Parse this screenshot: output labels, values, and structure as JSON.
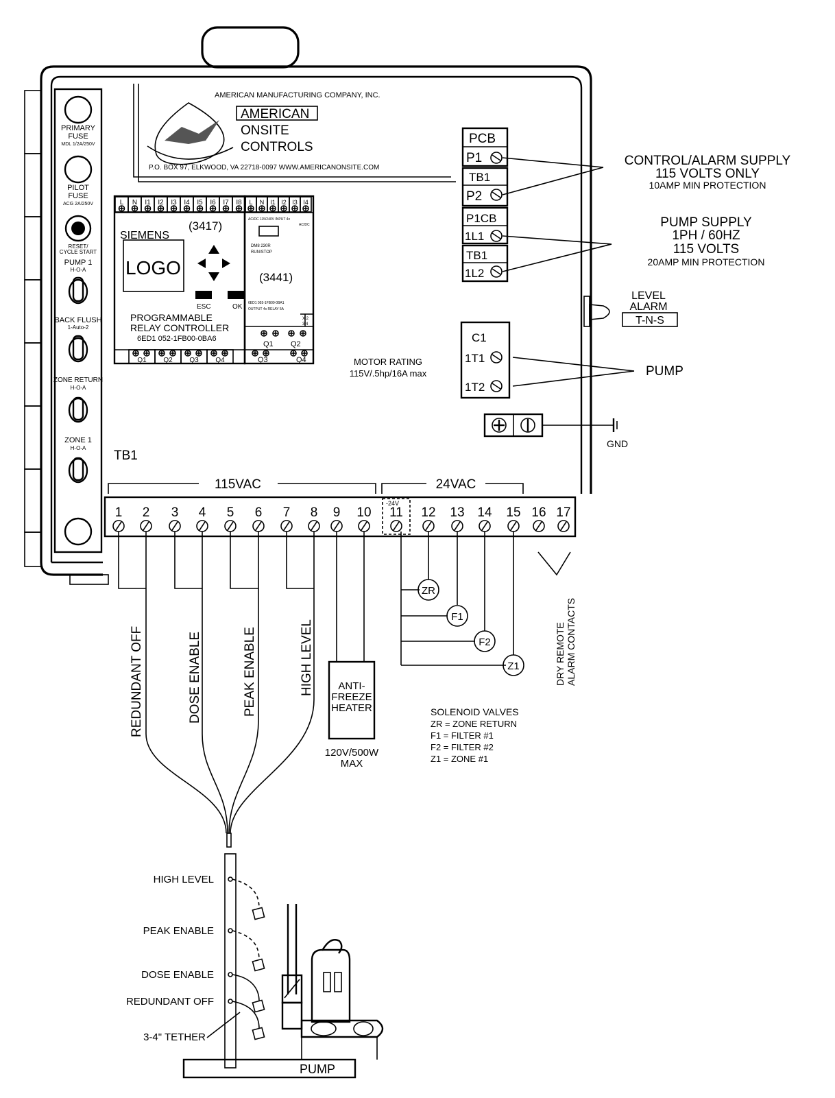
{
  "header": {
    "company": "AMERICAN MANUFACTURING COMPANY, INC.",
    "brand_line1": "AMERICAN",
    "brand_line2": "ONSITE",
    "brand_line3": "CONTROLS",
    "address": "P.O. BOX 97, ELKWOOD, VA 22718-0097 WWW.AMERICANONSITE.COM"
  },
  "side_panel": {
    "primary_fuse": "PRIMARY",
    "primary_fuse2": "FUSE",
    "primary_fuse_spec": "MDL 1/2A/250V",
    "pilot_fuse": "PILOT",
    "pilot_fuse2": "FUSE",
    "pilot_fuse_spec": "ACG 2A/250V",
    "reset": "RESET/",
    "reset2": "CYCLE START",
    "pump1": "PUMP 1",
    "pump1_mode": "H-O-A",
    "back_flush": "BACK FLUSH",
    "back_flush_mode": "1-Auto-2",
    "zone_return": "ZONE RETURN",
    "zone_return_mode": "H-O-A",
    "zone1": "ZONE 1",
    "zone1_mode": "H-O-A"
  },
  "plc": {
    "inputs_top": [
      "L",
      "N",
      "I1",
      "I2",
      "I3",
      "I4",
      "I5",
      "I6",
      "I7",
      "I8"
    ],
    "ext_inputs_top": [
      "L",
      "N",
      "I1",
      "I2",
      "I3",
      "I4"
    ],
    "brand": "SIEMENS",
    "model_num": "(3417)",
    "logo": "LOGO",
    "esc": "ESC",
    "ok": "OK",
    "caption1": "PROGRAMMABLE",
    "caption2": "RELAY CONTROLLER",
    "part": "6ED1 052-1FB00-0BA6",
    "outputs": [
      "Q1",
      "Q2",
      "Q3",
      "Q4"
    ],
    "ext_header": "AC/DC 115/240V INPUT 4x",
    "ext_acdc": "AC/DC",
    "ext_dm": "DM8 230R",
    "ext_run": "RUN/STOP",
    "ext_model": "(3441)",
    "ext_part": "6ED1 055-1FB00-0BA1",
    "ext_output": "OUTPUT 4x RELAY 5A",
    "ext_x": "X 2",
    "ext_y": "3 4",
    "ext_q1": "Q1",
    "ext_q2": "Q2",
    "ext_q3": "Q3",
    "ext_q4": "Q4"
  },
  "supply": {
    "pcb": "PCB",
    "p1": "P1",
    "tb1": "TB1",
    "p2": "P2",
    "p1cb": "P1CB",
    "l1": "1L1",
    "tb1b": "TB1",
    "l2": "1L2",
    "ctrl_line1": "CONTROL/ALARM SUPPLY",
    "ctrl_line2": "115 VOLTS ONLY",
    "ctrl_line3": "10AMP MIN PROTECTION",
    "pump_line1": "PUMP SUPPLY",
    "pump_line2": "1PH / 60HZ",
    "pump_line3": "115 VOLTS",
    "pump_line4": "20AMP MIN PROTECTION",
    "level_alarm1": "LEVEL",
    "level_alarm2": "ALARM",
    "tns": "T-N-S",
    "c1": "C1",
    "t1": "1T1",
    "t2": "1T2",
    "pump": "PUMP",
    "motor1": "MOTOR RATING",
    "motor2": "115V/.5hp/16A max",
    "gnd": "GND"
  },
  "terminal_block": {
    "label": "TB1",
    "v115": "115VAC",
    "v24": "24VAC",
    "v24_tag": "-24V",
    "numbers": [
      "1",
      "2",
      "3",
      "4",
      "5",
      "6",
      "7",
      "8",
      "9",
      "10",
      "11",
      "12",
      "13",
      "14",
      "15",
      "16",
      "17"
    ]
  },
  "wiring": {
    "redundant_off": "REDUNDANT OFF",
    "dose_enable": "DOSE ENABLE",
    "peak_enable": "PEAK ENABLE",
    "high_level": "HIGH LEVEL",
    "heater1": "ANTI-",
    "heater2": "FREEZE",
    "heater3": "HEATER",
    "heater_spec1": "120V/500W",
    "heater_spec2": "MAX",
    "valves": [
      "ZR",
      "F1",
      "F2",
      "Z1"
    ],
    "dry1": "DRY REMOTE",
    "dry2": "ALARM CONTACTS",
    "legend_title": "SOLENOID VALVES",
    "legend": [
      "ZR = ZONE RETURN",
      "F1 = FILTER #1",
      "F2 = FILTER #2",
      "Z1 = ZONE #1"
    ]
  },
  "tank": {
    "high_level": "HIGH LEVEL",
    "peak_enable": "PEAK ENABLE",
    "dose_enable": "DOSE ENABLE",
    "redundant_off": "REDUNDANT OFF",
    "tether": "3-4\" TETHER",
    "pump": "PUMP"
  }
}
